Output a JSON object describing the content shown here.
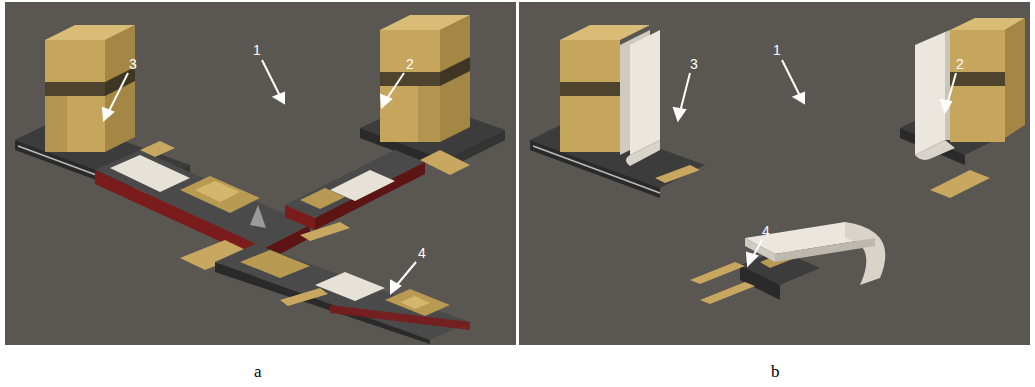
{
  "diagram": {
    "labels": [
      "3",
      "1",
      "2",
      "4",
      "a",
      "3",
      "1",
      "2",
      "4",
      "b"
    ]
  }
}
